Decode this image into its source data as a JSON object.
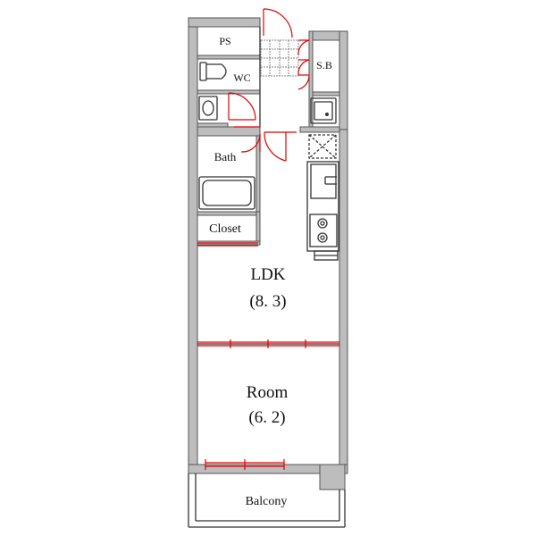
{
  "labels": {
    "ps": "PS",
    "wc": "WC",
    "sb": "S.B",
    "bath": "Bath",
    "closet": "Closet",
    "ldk": "LDK",
    "ldk_size": "(8. 3)",
    "room": "Room",
    "room_size": "(6. 2)",
    "balcony": "Balcony"
  },
  "colors": {
    "wall_fill": "#bdbdbd",
    "wall_stroke": "#555555",
    "line": "#333333",
    "door": "#e00000"
  }
}
